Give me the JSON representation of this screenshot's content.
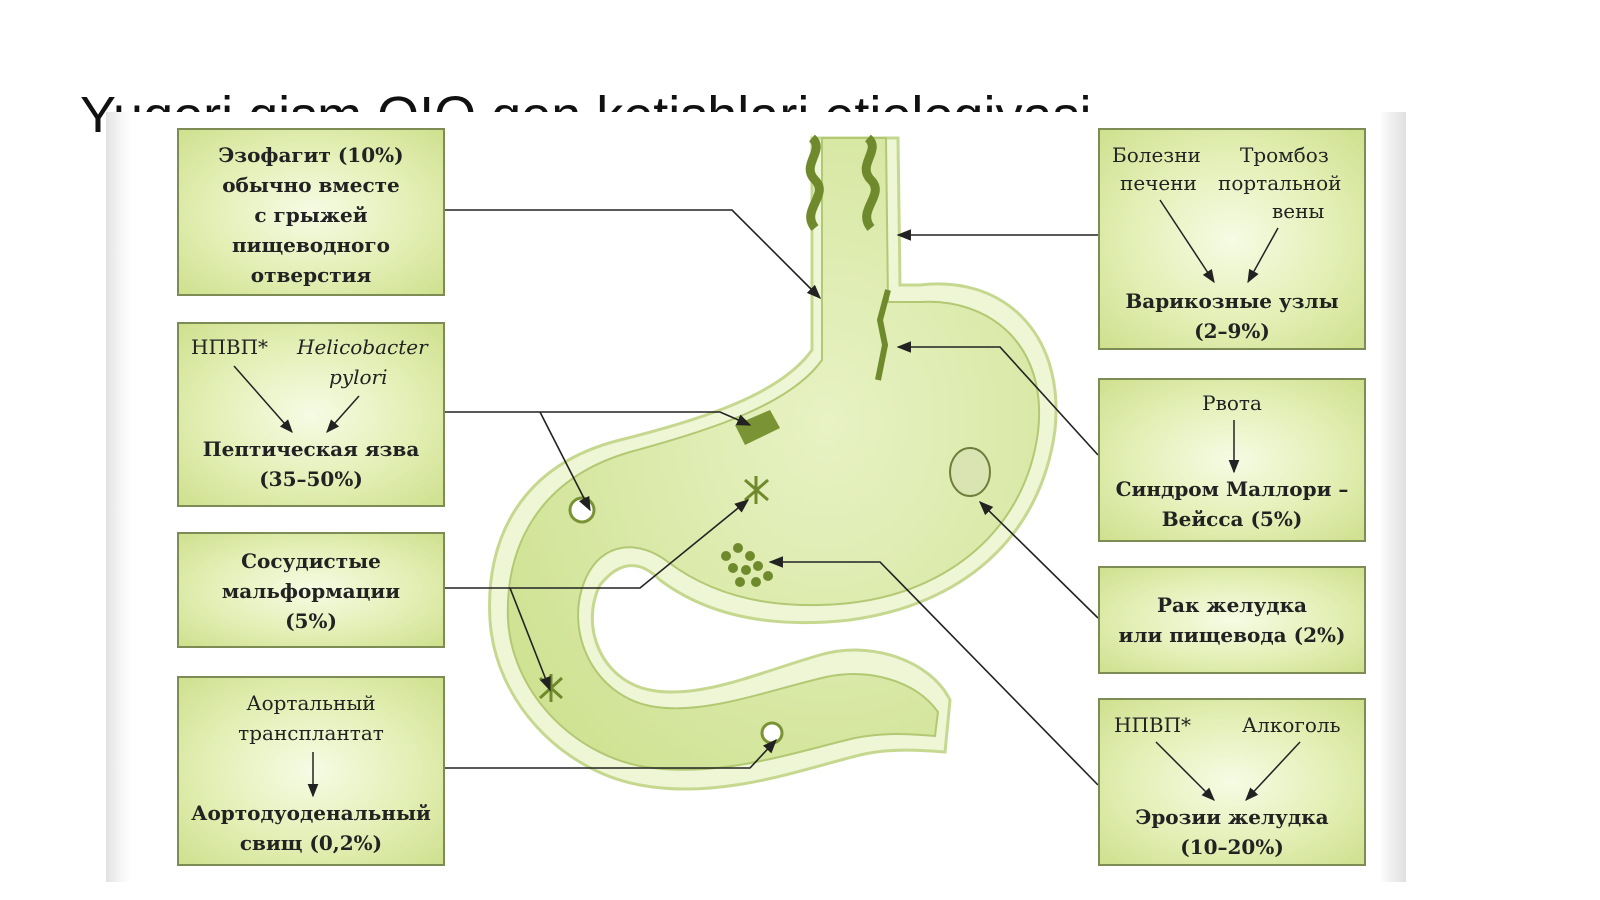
{
  "title": "Yuqori qism OIQ qon ketishlari etiologiyasi",
  "colors": {
    "stomach_fill": "#d9eaa6",
    "stomach_outline": "#b9cc7a",
    "box_border": "#7d8c55",
    "lesion": "#7a9334"
  },
  "boxes": {
    "esophagitis": {
      "lines": [
        "Эзофагит (10%)",
        "обычно вместе",
        "с грыжей",
        "пищеводного",
        "отверстия"
      ]
    },
    "peptic": {
      "cause1": "НПВП*",
      "cause2": "Helicobacter",
      "cause2b": "pylori",
      "result": "Пептическая язва",
      "percent": "(35–50%)"
    },
    "vascular": {
      "lines": [
        "Сосудистые",
        "мальформации",
        "(5%)"
      ]
    },
    "aortic": {
      "cause": "Аортальный",
      "cause2": "трансплантат",
      "result": "Аортодуоденальный",
      "percent": "свищ (0,2%)"
    },
    "varices": {
      "cause1a": "Болезни",
      "cause1b": "печени",
      "cause2a": "Тромбоз",
      "cause2b": "портальной",
      "cause2c": "вены",
      "result": "Варикозные узлы",
      "percent": "(2–9%)"
    },
    "mallory": {
      "cause": "Рвота",
      "result": "Синдром Маллори –",
      "result2": "Вейсса (5%)"
    },
    "cancer": {
      "line1": "Рак желудка",
      "line2": "или пищевода (2%)"
    },
    "erosions": {
      "cause1": "НПВП*",
      "cause2": "Алкоголь",
      "result": "Эрозии желудка",
      "percent": "(10–20%)"
    }
  }
}
